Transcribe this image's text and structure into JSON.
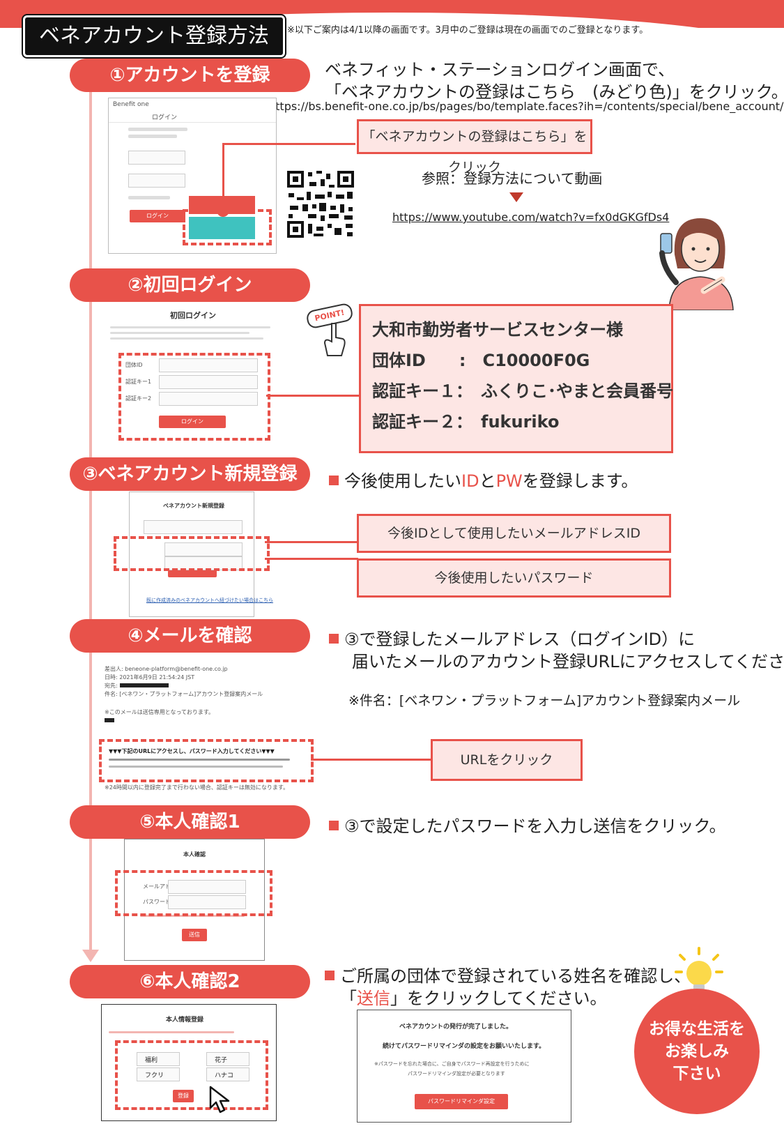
{
  "header": {
    "title": "ベネアカウント登録方法",
    "note": "※以下ご案内は4/1以降の画面です。3月中のご登録は現在の画面でのご登録となります。"
  },
  "step1": {
    "label": "①アカウントを登録",
    "line1": "ベネフィット・ステーションログイン画面で、",
    "line2": "「ベネアカウントの登録はこちら　(みどり色)」をクリック。",
    "url": "https://bs.benefit-one.co.jp/bs/pages/bo/template.faces?ih=/contents/special/bene_account/",
    "callout": "「ベネアカウントの登録はこちら」をクリック",
    "video_ref": "参照：登録方法について動画",
    "video_url": "https://www.youtube.com/watch?v=fx0dGKGfDs4",
    "mock_brand": "Benefit one",
    "mock_title": "ログイン",
    "mock_login_btn": "ログイン"
  },
  "step2": {
    "label": "②初回ログイン",
    "mock_title": "初回ログイン",
    "mock_field1": "団体ID",
    "mock_field2": "認証キー1",
    "mock_field3": "認証キー2",
    "mock_btn": "ログイン",
    "point": "POINT!",
    "org": "大和市勤労者サービスセンター様",
    "id_label": "団体ID　　:　",
    "id_value": "C10000F0G",
    "key1_label": "認証キー１：　",
    "key1_value": "ふくりこ･やまと会員番号",
    "key2_label": "認証キー２：　",
    "key2_value": "fukuriko"
  },
  "step3": {
    "label": "③ベネアカウント新規登録",
    "text_pre": "今後使用したい",
    "text_id": "ID",
    "text_mid": "と",
    "text_pw": "PW",
    "text_post": "を登録します。",
    "box1": "今後IDとして使用したいメールアドレスID",
    "box2": "今後使用したいパスワード",
    "mock_title": "ベネアカウント新規登録",
    "mock_link": "既に作成済みのベネアカウントへ紐づけたい場合はこちら"
  },
  "step4": {
    "label": "④メールを確認",
    "line1": "③で登録したメールアドレス（ログインID）に",
    "line2": "届いたメールのアカウント登録URLにアクセスしてください。",
    "subject": "※件名：[ベネワン・プラットフォーム]アカウント登録案内メール",
    "box": "URLをクリック",
    "mail_from": "差出人: beneone-platform@benefit-one.co.jp",
    "mail_date": "日時: 2021年6月9日 21:54:24 JST",
    "mail_to": "宛先:",
    "mail_subject": "件名: [ベネワン・プラットフォーム]アカウント登録案内メール",
    "mail_note": "※このメールは送信専用となっております。",
    "mail_url_head": "▼▼▼下記のURLにアクセスし、パスワード入力してください▼▼▼",
    "mail_foot": "※24時間以内に登録完了まで行わない場合、認証キーは無効になります。"
  },
  "step5": {
    "label": "⑤本人確認1",
    "text": "③で設定したパスワードを入力し送信をクリック。",
    "mock_title": "本人確認",
    "mock_f1": "メールアドレス",
    "mock_f2": "パスワード",
    "mock_btn": "送信"
  },
  "step6": {
    "label": "⑥本人確認2",
    "line1": "ご所属の団体で登録されている姓名を確認し、",
    "line2_pre": "「",
    "line2_red": "送信",
    "line2_post": "」をクリックしてください。",
    "mock_title": "本人情報登録",
    "mock_sei": "福利",
    "mock_mei": "花子",
    "mock_sei_kana": "フクリ",
    "mock_mei_kana": "ハナコ",
    "mock_btn": "登録",
    "done_title": "ベネアカウントの発行が完了しました。",
    "done_sub": "続けてパスワードリマインダの設定をお願いいたします。",
    "done_note": "※パスワードを忘れた場合に、ご自身でパスワード再設定を行うために",
    "done_note2": "パスワードリマインダ設定が必要となります",
    "done_btn": "パスワードリマインダ設定"
  },
  "closing": {
    "line1": "お得な生活を",
    "line2": "お楽しみ",
    "line3": "下さい"
  }
}
